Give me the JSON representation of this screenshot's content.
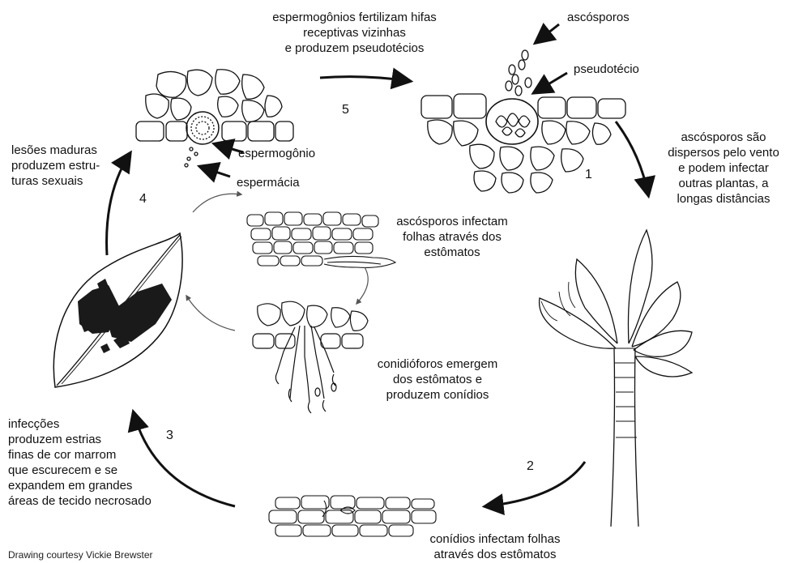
{
  "labels": {
    "fertilize": "espermogônios fertilizam hifas\nreceptivas vizinhas\ne produzem pseudotécios",
    "ascosporos": "ascósporos",
    "pseudotecio": "pseudotécio",
    "dispersed": "ascósporos são\ndispersos pelo vento\ne podem infectar\noutras plantas, a\nlongas distâncias",
    "mature_lesions": "lesões maduras\nproduzem estru-\nturas sexuais",
    "espermogonio": "espermogônio",
    "espermacia": "espermácia",
    "asc_infect": "ascósporos infectam\nfolhas através dos\nestômatos",
    "conidiophores": "conidióforos emergem\ndos estômatos e\nproduzem conídios",
    "infections": "infecções\nproduzem estrias\nfinas de cor marrom\nque escurecem e se\nexpandem em grandes\náreas de tecido necrosado",
    "conidia_infect": "conídios infectam folhas\natravés dos estômatos",
    "credit": "Drawing courtesy Vickie Brewster"
  },
  "steps": {
    "s1": "1",
    "s2": "2",
    "s3": "3",
    "s4": "4",
    "s5": "5"
  },
  "colors": {
    "line": "#111111",
    "lesion": "#1a1a1a"
  }
}
